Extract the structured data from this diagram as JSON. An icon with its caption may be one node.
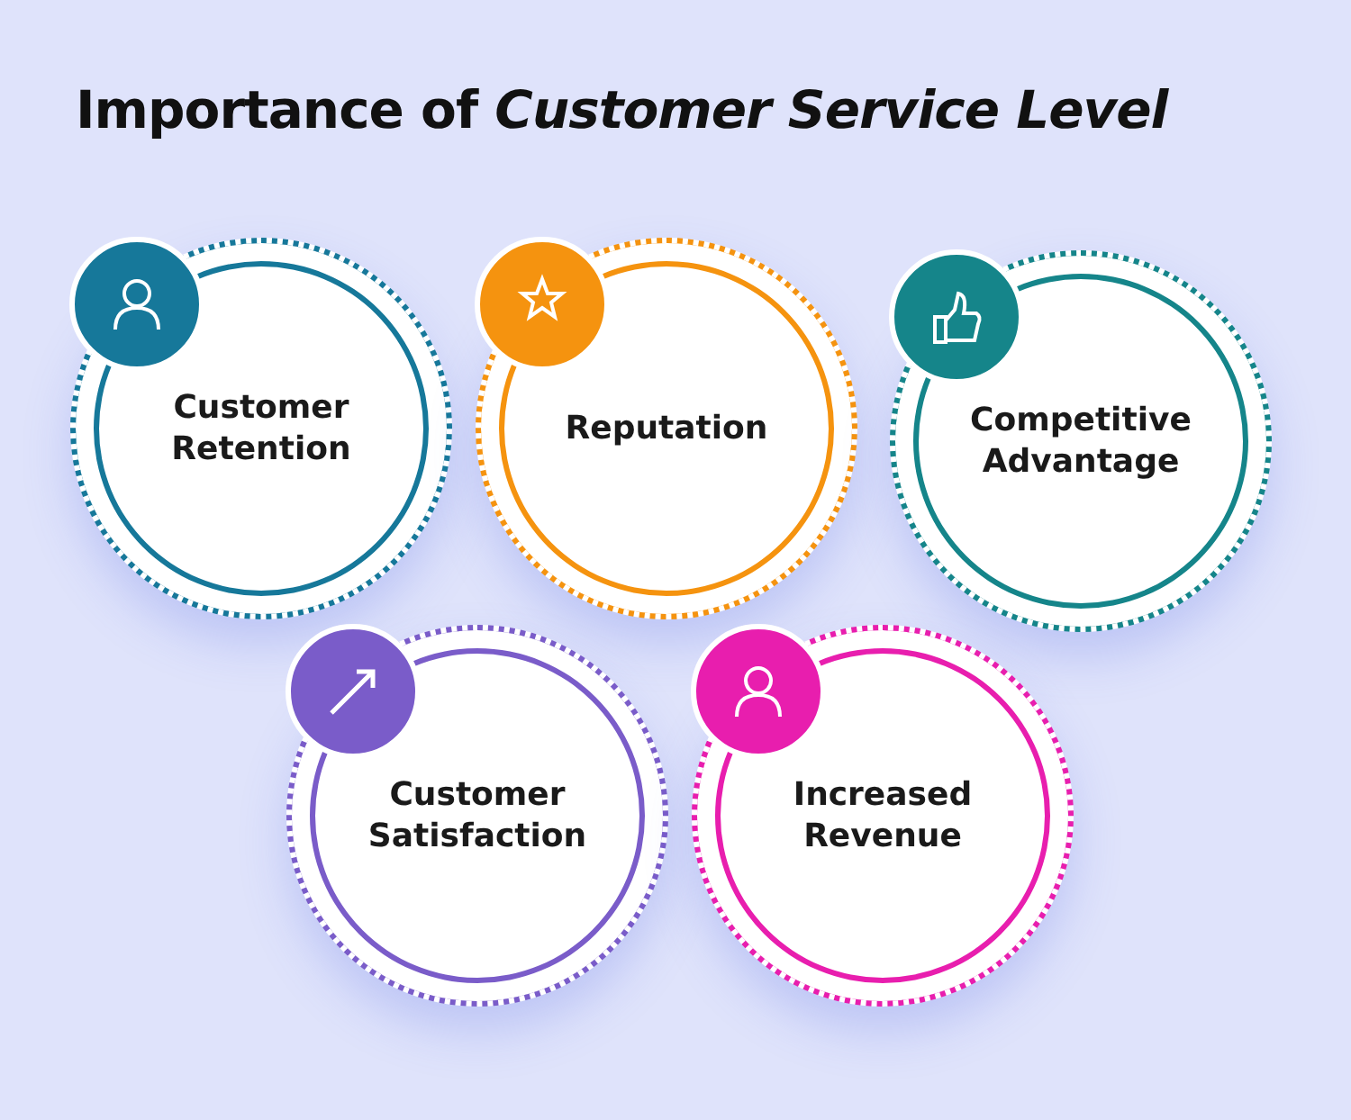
{
  "diagram": {
    "title": "Importance of *Customer Service Level*",
    "nodes": [
      {
        "text": [
          "Customer Retention"
        ]
      },
      {
        "text": [
          "Reputation"
        ]
      },
      {
        "text": [
          "Competitive Advantage"
        ]
      },
      {
        "text": [
          "Customer Satisfaction"
        ]
      },
      {
        "text": [
          "Increased Revenue"
        ]
      }
    ]
  }
}
